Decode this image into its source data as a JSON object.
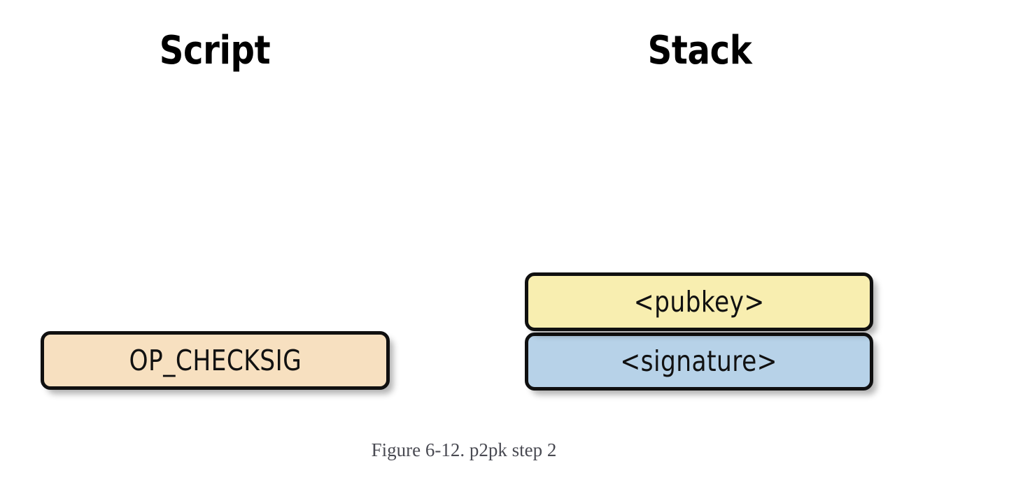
{
  "figure": {
    "caption": "Figure 6-12. p2pk step 2",
    "background_color": "#ffffff"
  },
  "columns": [
    {
      "id": "script",
      "heading": "Script",
      "items": [
        {
          "label": "OP_CHECKSIG",
          "fill_color": "#f7e0c0",
          "border_color": "#101010",
          "text_color": "#111111"
        }
      ]
    },
    {
      "id": "stack",
      "heading": "Stack",
      "items": [
        {
          "label": "<pubkey>",
          "fill_color": "#f8eeb0",
          "border_color": "#101010",
          "text_color": "#111111"
        },
        {
          "label": "<signature>",
          "fill_color": "#b7d2e8",
          "border_color": "#101010",
          "text_color": "#111111"
        }
      ]
    }
  ]
}
